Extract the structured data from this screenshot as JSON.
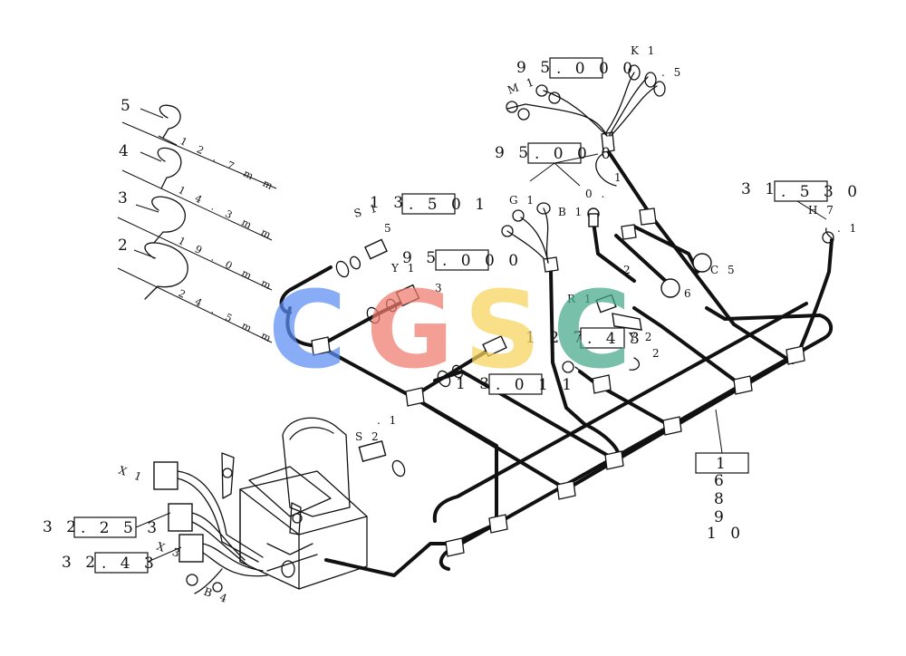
{
  "colors": {
    "c1": "#5b8df2",
    "g": "#ef7b6e",
    "s": "#f7d35b",
    "c2": "#46a98a",
    "ink": "#111111"
  },
  "watermark": {
    "c1": "C",
    "g": "G",
    "s": "S",
    "c2": "C"
  },
  "clips": {
    "c5": {
      "num": "5",
      "dim": "1 2 . 7 m m"
    },
    "c4": {
      "num": "4",
      "dim": "1 4 . 3 m m"
    },
    "c3": {
      "num": "3",
      "dim": "1 9 . 0 m m"
    },
    "c2": {
      "num": "2",
      "dim": "2 4 . 5 m m"
    }
  },
  "refs": {
    "r95a": {
      "pre": "9 5",
      "box": ". 0 0 0"
    },
    "r95b": {
      "pre": "9 5",
      "box": ". 0 0 0"
    },
    "r95c": {
      "pre": "9 5",
      "box": ". 0 0 0"
    },
    "r13501": {
      "pre": "1 3",
      "box": ". 5 0 1"
    },
    "r31530": {
      "pre": "3 1",
      "box": ". 5 3 0"
    },
    "r127": {
      "pre": "1 2 7",
      "box": ". 4 3"
    },
    "r1301": {
      "pre": "1 3",
      "box": ". 0 1 1"
    },
    "r3225": {
      "pre": "3 2",
      "box": ". 2 5 3"
    },
    "r324": {
      "pre": "3 2",
      "box": ". 4 3"
    },
    "r1": {
      "box": "1",
      "under": "6",
      "under2": "8",
      "under3": "9",
      "under4": "1 0"
    }
  },
  "tags": {
    "k1": "K 1",
    "k1b": ". 5",
    "m1": "M 1",
    "g1": "G 1",
    "b1": "B 1",
    "s1": "S 1",
    "s1b": "5",
    "y1": "Y 1",
    "y1b": "3",
    "h7": "H 7",
    "h7b": ". 1",
    "r1": "R 1",
    "y2": "Y 2",
    "y2b": "2",
    "c5": "C 5",
    "tag6": "6",
    "tag2": "2",
    "s2": "S 2",
    "s2b": ". 1",
    "x1": "X 1",
    "x3": "X 3",
    "b4": "B 4",
    "tag1a": "1",
    "tag0": "0 ."
  }
}
